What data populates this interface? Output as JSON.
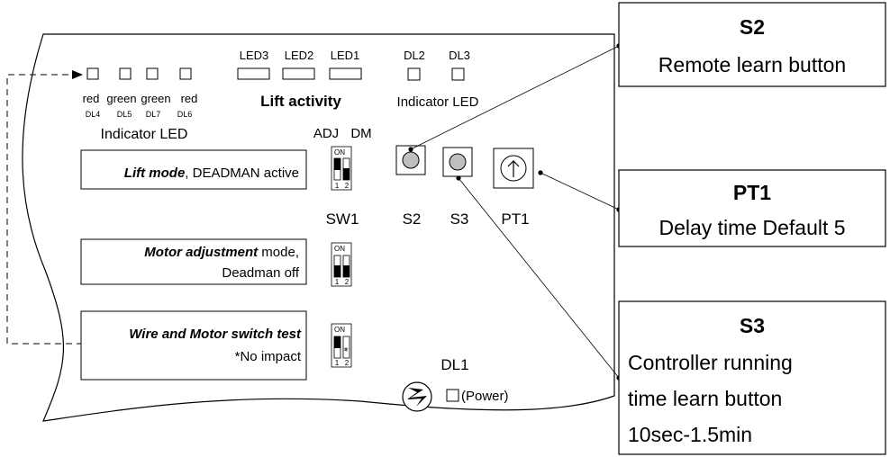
{
  "top_leds": {
    "labels": [
      "LED3",
      "LED2",
      "LED1"
    ],
    "caption": "Lift activity"
  },
  "dl_leds": {
    "labels": [
      "DL2",
      "DL3"
    ],
    "caption": "Indicator LED"
  },
  "left_leds": {
    "colors": [
      "red",
      "green",
      "green",
      "red"
    ],
    "ids": [
      "DL4",
      "DL5",
      "DL7",
      "DL6"
    ],
    "caption": "Indicator LED"
  },
  "switch": {
    "header_adj": "ADJ",
    "header_dm": "DM",
    "name": "SW1",
    "on_label": "ON",
    "pos1": "1",
    "pos2": "2",
    "star": "*"
  },
  "modes": [
    {
      "title": "Lift mode",
      "rest": ", DEADMAN active"
    },
    {
      "title": "Motor adjustment",
      "rest": " mode,",
      "line2": "Deadman off"
    },
    {
      "title": "Wire and Motor switch test",
      "line2": "*No impact"
    }
  ],
  "controls": {
    "s2": "S2",
    "s3": "S3",
    "pt1": "PT1",
    "dl1": "DL1",
    "power": "(Power)"
  },
  "callouts": {
    "s2": {
      "title": "S2",
      "lines": [
        "Remote learn button"
      ]
    },
    "pt1": {
      "title": "PT1",
      "lines": [
        "Delay time Default 5"
      ]
    },
    "s3": {
      "title": "S3",
      "lines": [
        "Controller running",
        "time learn button",
        "10sec-1.5min"
      ]
    }
  }
}
